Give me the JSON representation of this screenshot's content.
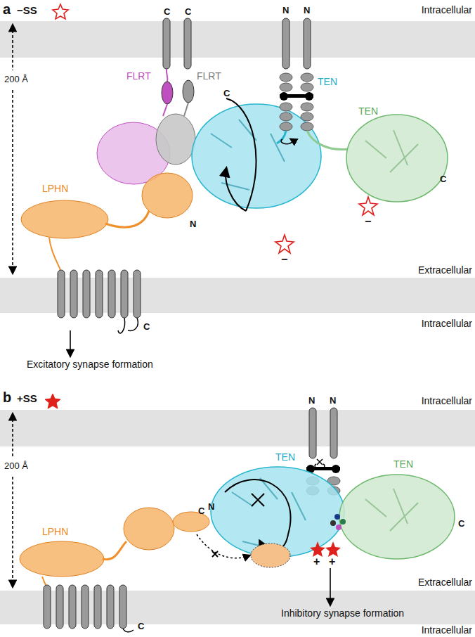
{
  "diagram": {
    "labels": [
      "a",
      "−SS",
      "Intracellular",
      "C",
      "C",
      "N",
      "N",
      "FLRT",
      "FLRT",
      "200 Å",
      "C",
      "TEN",
      "TEN",
      "C",
      "N",
      "LPHN",
      "−",
      "−",
      "Extracellular",
      "Intracellular",
      "C",
      "Excitatory synapse formation",
      "b",
      "+SS",
      "Intracellular",
      "N",
      "N",
      "200 Å",
      "TEN",
      "TEN",
      "C",
      "C",
      "LPHN",
      "N",
      "+",
      "+",
      "Extracellular",
      "Intracellular",
      "C",
      "Inhibitory synapse formation"
    ]
  }
}
